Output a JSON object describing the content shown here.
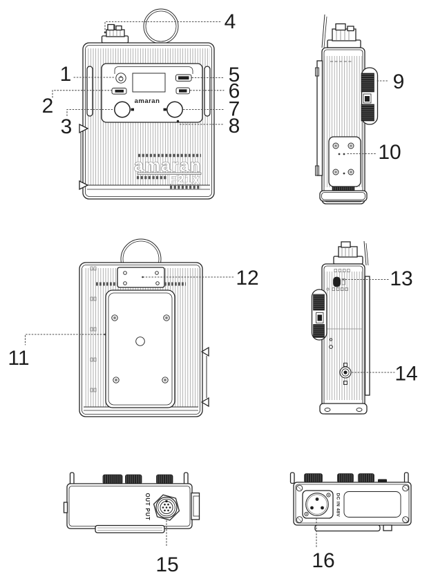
{
  "device": {
    "panel_logo": "amaran",
    "body_logo": "amaran",
    "model": "F21x"
  },
  "labels": {
    "output": "OUT PUT",
    "dc_input": "DC IN 48V"
  },
  "callouts": [
    "1",
    "2",
    "3",
    "4",
    "5",
    "6",
    "7",
    "8",
    "9",
    "10",
    "11",
    "12",
    "13",
    "14",
    "15",
    "16"
  ],
  "colors": {
    "line": "#222222",
    "fins": "#a8a8a8",
    "dark_fill": "#1f1f1f",
    "brand_outline": "#6a6a6a",
    "model_outline": "#9e9e9e",
    "callout_text": "#1c1c1c",
    "background": "#ffffff"
  }
}
